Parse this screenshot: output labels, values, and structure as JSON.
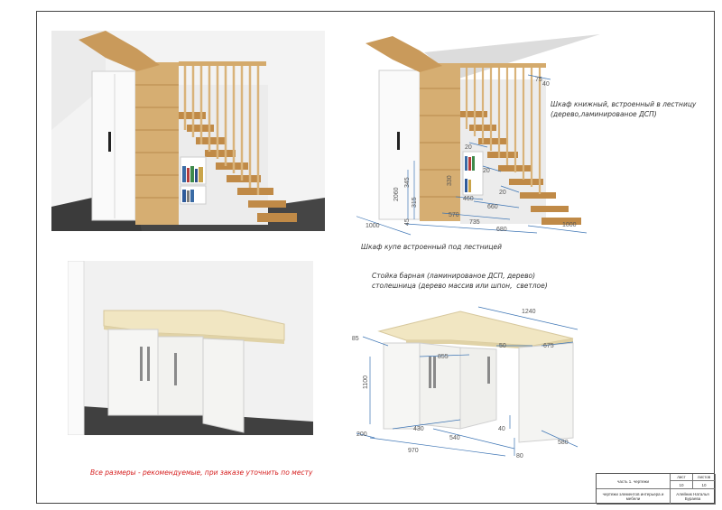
{
  "captions": {
    "bookcase": "Шкаф книжный, встроенный в лестницу\n(дерево,ламинированое ДСП)",
    "wardrobe": "Шкаф купе встроенный под лестницей",
    "bar": "Стойка барная (ламинированое ДСП, дерево)\nстолешница (дерево массив или шпон,  светлое)"
  },
  "stairs_dims": {
    "rail_75": "75",
    "rail_40": "40",
    "h_2060": "2060",
    "h_345": "345",
    "h_45": "45",
    "h_315": "315",
    "h_330": "330",
    "w_1000_left": "1000",
    "w_570": "570",
    "w_735": "735",
    "w_680": "680",
    "w_1000_right": "1000",
    "d_20_a": "20",
    "d_20_b": "20",
    "d_20_c": "20",
    "d_660": "660",
    "d_460": "460"
  },
  "bar_dims": {
    "w_1240": "1240",
    "d_385": "385",
    "d_855": "855",
    "d_50": "50",
    "d_675": "675",
    "h_1100": "1100",
    "d_200": "200",
    "d_430": "430",
    "d_540": "540",
    "d_40": "40",
    "d_970": "970",
    "d_580": "580",
    "d_80": "80"
  },
  "note_red": "Все размеры - рекомендуемые, при заказе уточнить по месту",
  "title_block": {
    "part": "часть 1. чертежи",
    "sheet_label": "лист",
    "sheets_label": "листов",
    "sheet": "10",
    "sheets": "10",
    "description": "чертежи элементов интерьера и мебели",
    "author": "Алейник Наталья Бураева"
  },
  "colors": {
    "wood": "#d9b378",
    "wood_dark": "#a87a3c",
    "cabinet": "#f2f2ef",
    "countertop": "#f1e6c2",
    "dim_blue": "#3c74b4",
    "floor": "#3d3d3d"
  }
}
